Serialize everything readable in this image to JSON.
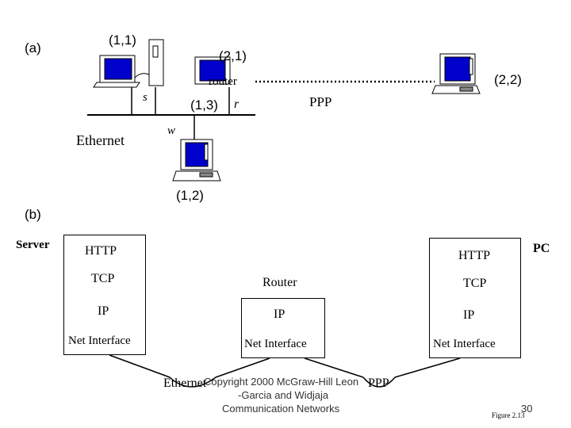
{
  "part_a": {
    "label": "(a)",
    "host_1_1": "(1,1)",
    "host_2_1": "(2,1)",
    "host_2_2": "(2,2)",
    "host_1_3": "(1,3)",
    "host_1_2": "(1,2)",
    "router": "router",
    "iface_s": "s",
    "iface_r": "r",
    "iface_w": "w",
    "ethernet": "Ethernet",
    "ppp": "PPP"
  },
  "part_b": {
    "label": "(b)",
    "server": "Server",
    "pc": "PC",
    "server_stack": [
      "HTTP",
      "TCP",
      "IP",
      "Net Interface"
    ],
    "router_stack": [
      "Router",
      "IP",
      "Net Interface"
    ],
    "pc_stack": [
      "HTTP",
      "TCP",
      "IP",
      "Net Interface"
    ],
    "ethernet": "Ethernet",
    "ppp": "PPP"
  },
  "footer": {
    "copyright_1": "Copyright 2000 McGraw-Hill Leon",
    "copyright_2": "-Garcia and Widjaja",
    "copyright_3": "Communication Networks",
    "page_number": "30",
    "figure": "Figure 2.13"
  }
}
